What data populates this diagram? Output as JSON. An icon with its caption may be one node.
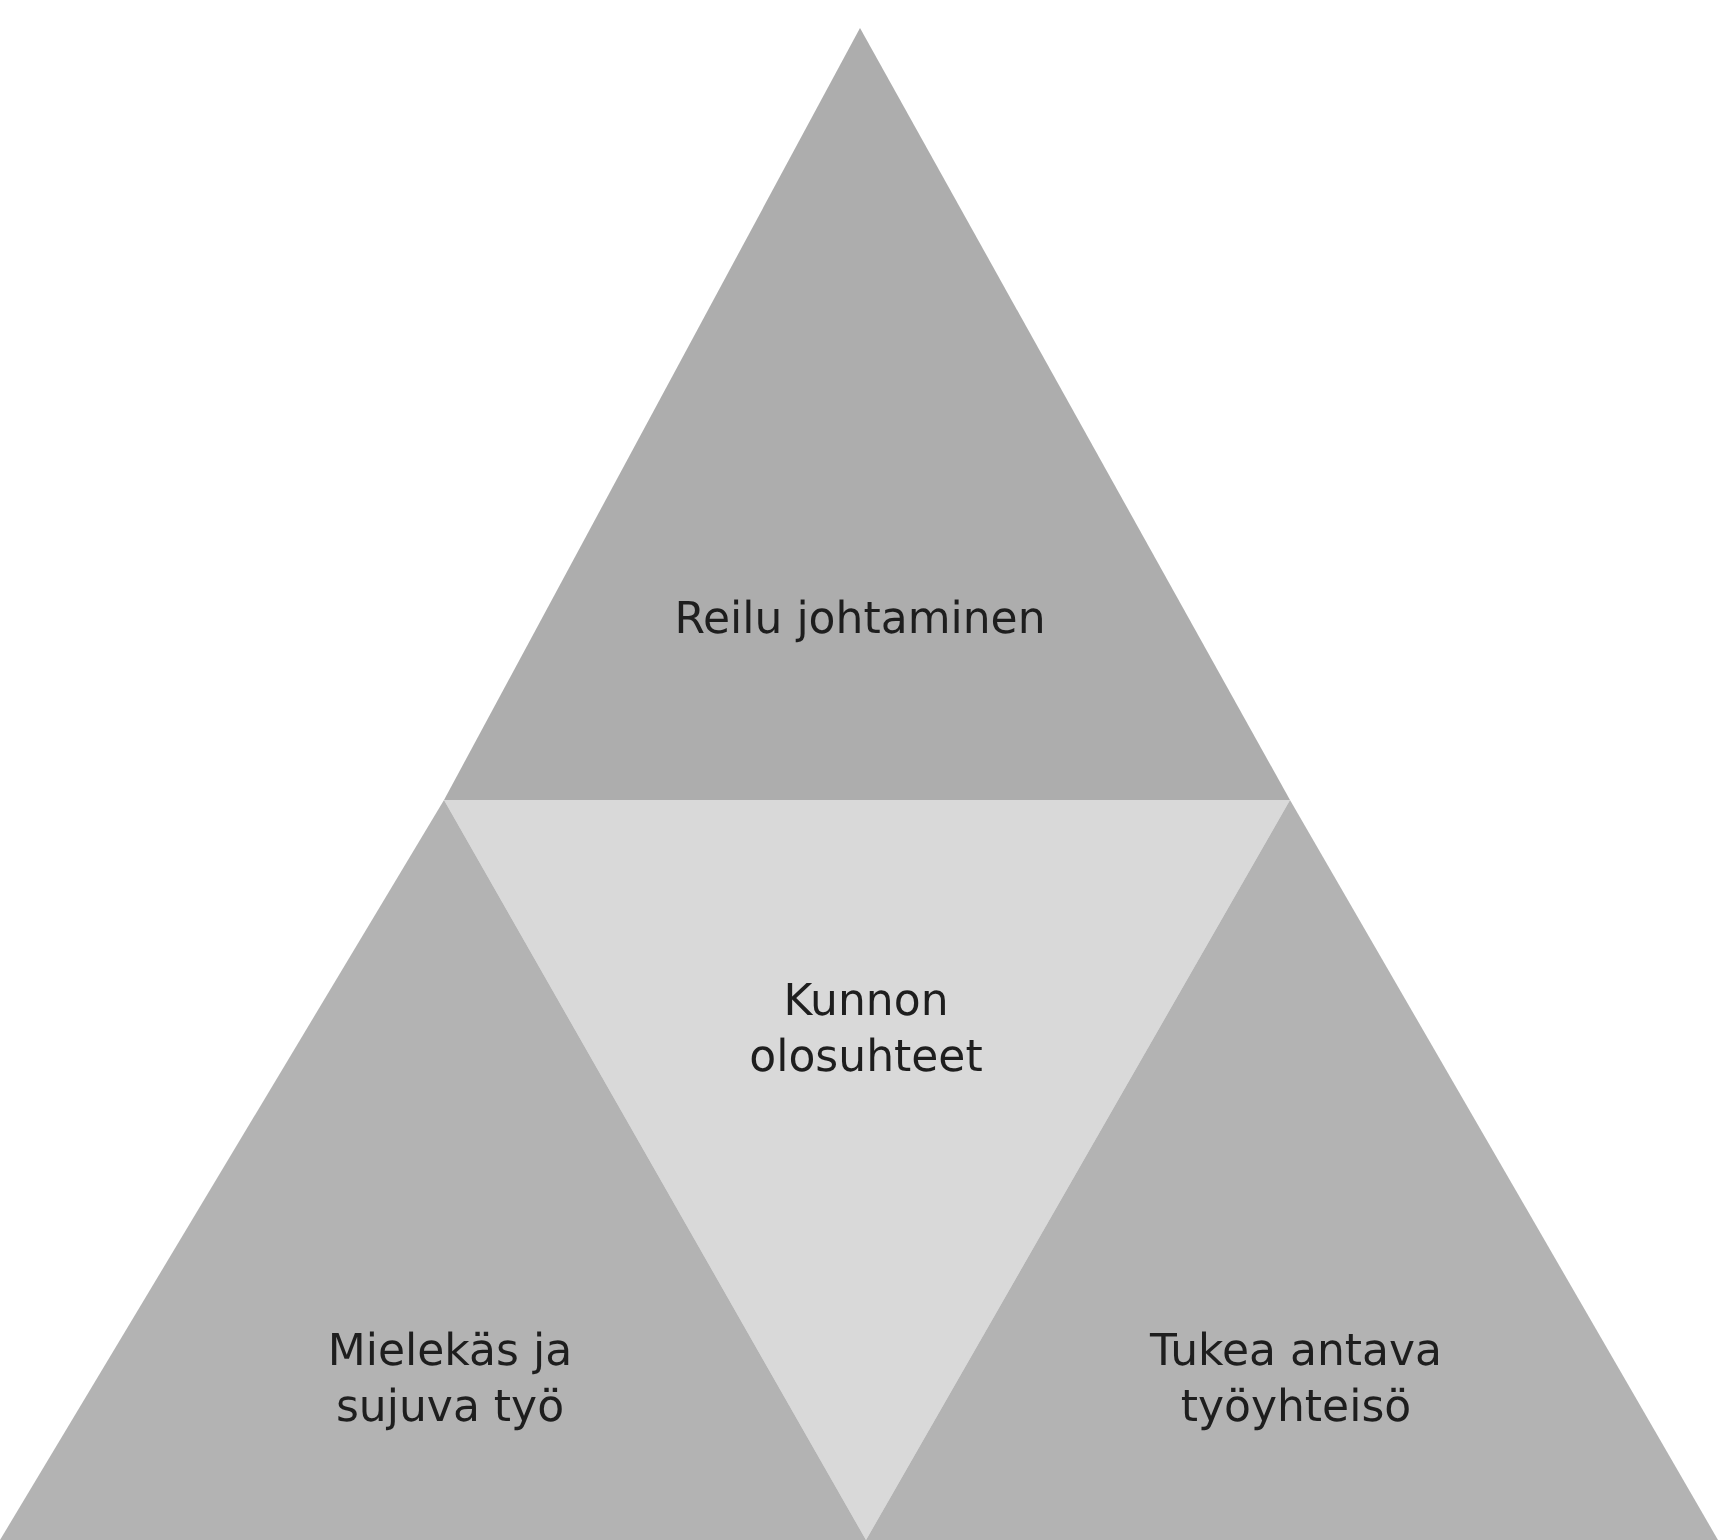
{
  "diagram": {
    "nodes": [
      {
        "text": [
          "Reilu johtaminen"
        ]
      },
      {
        "text": [
          "Kunnon olosuhteet"
        ]
      },
      {
        "text": [
          "Mielekäs ja sujuva työ"
        ]
      },
      {
        "text": [
          "Tukea antava työyhteisö"
        ]
      }
    ]
  }
}
